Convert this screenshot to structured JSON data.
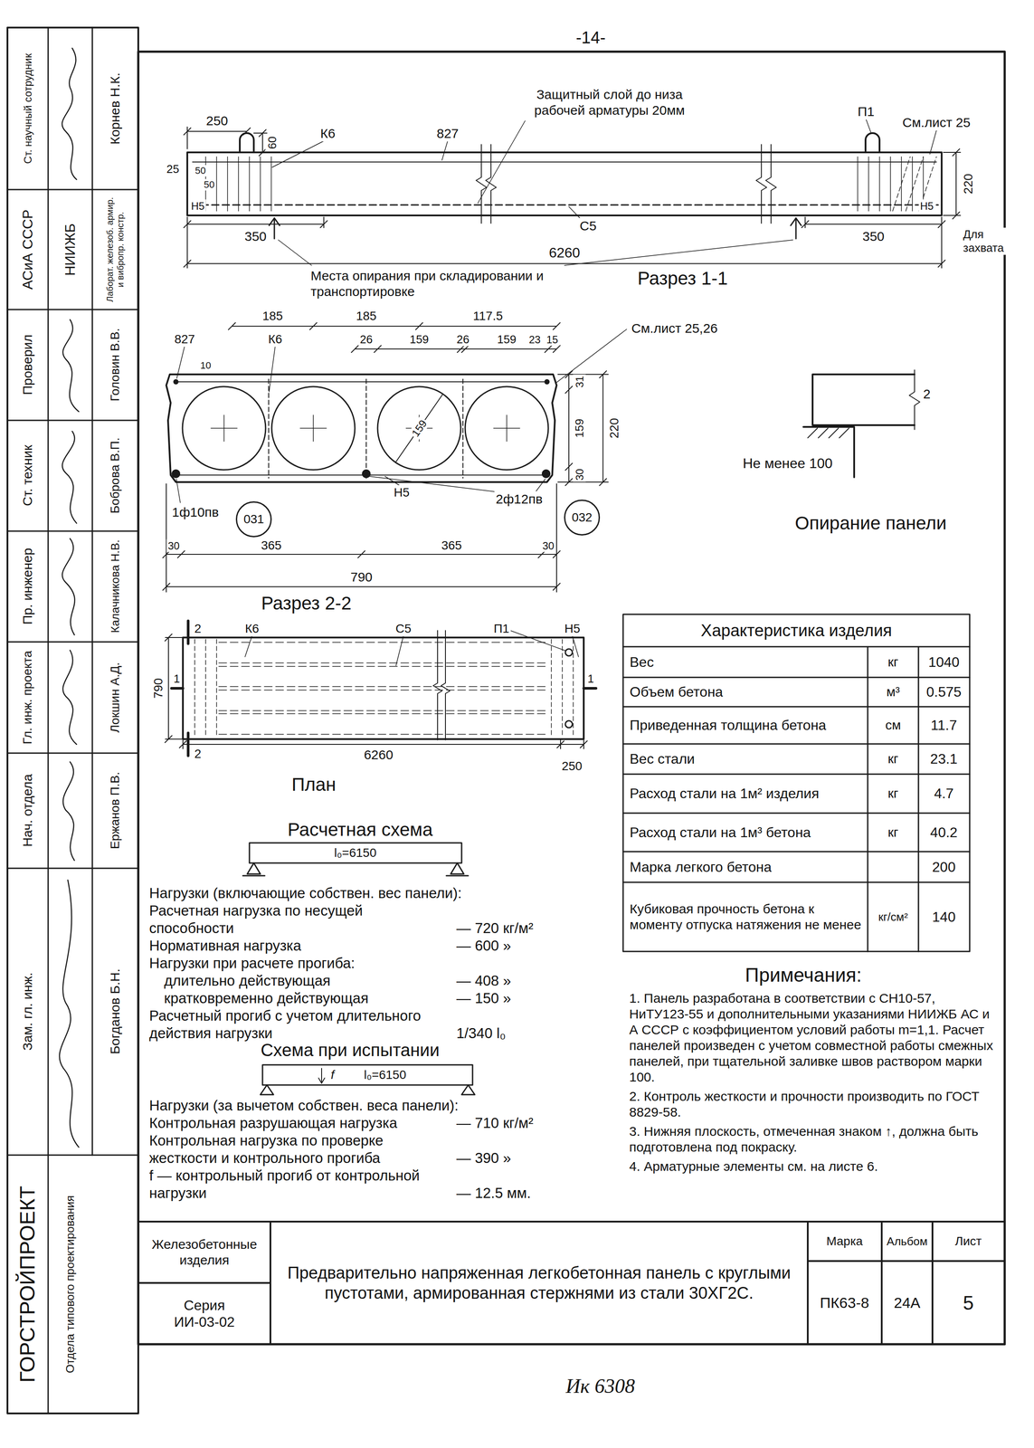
{
  "diagram": {
    "nodes": [
      {
        "text": [
          "031"
        ]
      },
      {
        "text": [
          "032"
        ]
      }
    ],
    "labels": [
      "-14-",
      "Защитный слой до низа рабочей арматуры 20мм",
      "250",
      "60",
      "К6",
      "827",
      "П1",
      "См.лист 25",
      "220",
      "25",
      "50",
      "50",
      "Н5",
      "С5",
      "Н5",
      "350",
      "350",
      "Для захвата",
      "6260",
      "Места опирания при складировании и транспортировке",
      "Разрез 1-1",
      "185",
      "185",
      "117.5",
      "827",
      "К6",
      "26",
      "159",
      "26",
      "159",
      "23",
      "15",
      "См.лист 25,26",
      "10",
      "159",
      "31",
      "159",
      "30",
      "220",
      "1ф10пв",
      "Н5",
      "2ф12пв",
      "30",
      "365",
      "365",
      "30",
      "790",
      "Разрез 2-2",
      "2",
      "Не менее 100",
      "Опирание панели",
      "2",
      "К6",
      "С5",
      "П1",
      "Н5",
      "790",
      "1",
      "1",
      "2",
      "6260",
      "250",
      "План",
      "Расчетная схема",
      "l₀=6150",
      "Нагрузки (включающие собствен. вес панели):",
      "Расчетная нагрузка по несущей способности",
      "— 720 кг/м²",
      "Нормативная нагрузка",
      "— 600 »",
      "Нагрузки при расчете прогиба:",
      "длительно действующая",
      "— 408 »",
      "кратковременно действующая",
      "— 150 »",
      "Расчетный прогиб с учетом длительного действия нагрузки",
      "1/340 l₀",
      "Схема при испытании",
      "f",
      "l₀=6150",
      "Нагрузки (за вычетом собствен. веса панели):",
      "Контрольная разрушающая нагрузка",
      "— 710 кг/м²",
      "Контрольная нагрузка по проверке жесткости и контрольного прогиба",
      "— 390 »",
      "f — контрольный прогиб от контрольной нагрузки",
      "— 12.5 мм.",
      "Характеристика изделия",
      "Вес",
      "кг",
      "1040",
      "Объем бетона",
      "м³",
      "0.575",
      "Приведенная толщина бетона",
      "см",
      "11.7",
      "Вес стали",
      "кг",
      "23.1",
      "Расход стали на 1м² изделия",
      "кг",
      "4.7",
      "Расход стали на 1м³ бетона",
      "кг",
      "40.2",
      "Марка легкого бетона",
      "200",
      "Кубиковая прочность бетона к моменту отпуска натяжения не менее",
      "кг/см²",
      "140",
      "Примечания:",
      "1. Панель разработана в соответствии с СН10-57, НиТУ123-55 и дополнительными указаниями НИИЖБ АС и А СССР с коэффициентом условий работы m=1,1. Расчет панелей произведен с учетом совместной работы смежных панелей, при тщательной заливке швов раствором марки 100.",
      "2. Контроль жесткости и прочности производить по ГОСТ 8829-58.",
      "3. Нижняя плоскость, отмеченная знаком ↑, должна быть подготовлена под покраску.",
      "4. Арматурные элементы см. на листе 6.",
      "Железобетонные изделия",
      "Серия ИИ-03-02",
      "Предварительно напряженная легкобетонная панель с круглыми пустотами, армированная стержнями из стали 30ХГ2С.",
      "Марка",
      "ПК63-8",
      "Альбом",
      "24А",
      "Лист",
      "5",
      "Ик 6308",
      "Ст. научный сотрудник",
      "Корнев Н.К.",
      "АСиА СССР",
      "НИИЖБ",
      "Лаборат. железоб. армир. и вибропр. констр.",
      "Проверил",
      "Головин В.В.",
      "Ст. техник",
      "Боброва В.П.",
      "Пр. инженер",
      "Калачникова Н.В.",
      "Гл. инж. проекта",
      "Локшин А.Д.",
      "Нач. отдела",
      "Ержанов П.В.",
      "Зам. гл. инж.",
      "Богданов Б.Н.",
      "ГОРСТРОЙПРОЕКТ",
      "Отдела типового проектирования"
    ]
  }
}
